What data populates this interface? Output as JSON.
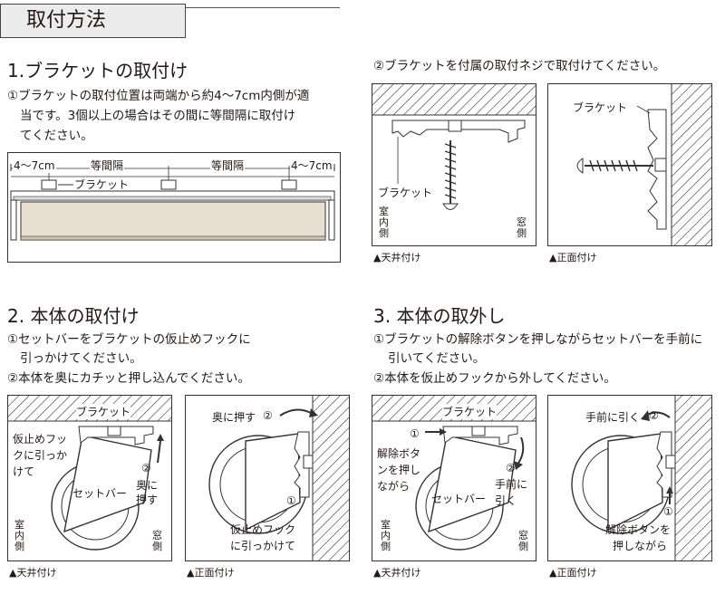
{
  "page": {
    "title": "取付方法",
    "section1": {
      "heading": "1.ブラケットの取付け",
      "step1_line1": "①ブラケットの取付位置は両端から約4～7cm内側が適",
      "step1_line2": "当です。3個以上の場合はその間に等間隔に取付け",
      "step1_line3": "てください。",
      "dim_left": "4～7cm",
      "dim_right": "4～7cm",
      "equal1": "等間隔",
      "equal2": "等間隔",
      "bracket_label": "ブラケット",
      "step2": "②ブラケットを付属の取付ネジで取付けてください。",
      "ceiling_bracket_label": "ブラケット",
      "wall_bracket_label": "ブラケット",
      "indoor": "室内側",
      "window": "窓側",
      "cap_ceiling": "▲天井付け",
      "cap_wall": "▲正面付け"
    },
    "section2": {
      "heading": "2. 本体の取付け",
      "step1_line1": "①セットバーをブラケットの仮止めフックに",
      "step1_line2": "引っかけてください。",
      "step2": "②本体を奥にカチッと押し込んでください。",
      "bracket_label": "ブラケット",
      "hook_label": "仮止めフックに引っかけて",
      "setbar_label": "セットバー",
      "push_label": "奥に押す",
      "push_top_label": "奥に押す",
      "hook_label2_line1": "仮止めフック",
      "hook_label2_line2": "に引っかけて",
      "num1": "①",
      "num2": "②",
      "indoor": "室内側",
      "window": "窓側",
      "cap_ceiling": "▲天井付け",
      "cap_wall": "▲正面付け"
    },
    "section3": {
      "heading": "3. 本体の取外し",
      "step1_line1": "①ブラケットの解除ボタンを押しながらセットバーを手前に",
      "step1_line2": "引いてください。",
      "step2": "②本体を仮止めフックから外してください。",
      "bracket_label": "ブラケット",
      "release_label": "解除ボタンを押しながら",
      "setbar_label": "セットバー",
      "pull_label": "手前に引く",
      "pull_top_label": "手前に引く",
      "release_label2_line1": "解除ボタンを",
      "release_label2_line2": "押しながら",
      "num1": "①",
      "num2": "②",
      "indoor": "室内側",
      "window": "窓側",
      "cap_ceiling": "▲天井付け",
      "cap_wall": "▲正面付け"
    }
  }
}
